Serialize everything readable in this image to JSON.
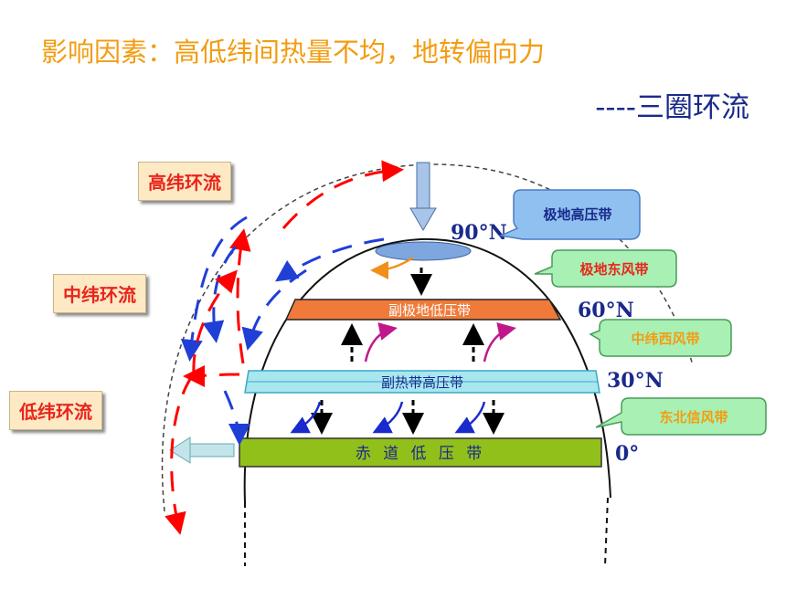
{
  "title": "影响因素：高低纬间热量不均，地转偏向力",
  "subtitle": "----三圈环流",
  "cells": {
    "high": "高纬环流",
    "mid": "中纬环流",
    "low": "低纬环流"
  },
  "latitudes": {
    "lat90": "90°N",
    "lat60": "60°N",
    "lat30": "30°N",
    "lat0": "0°"
  },
  "belts": {
    "subpolar_low": "副极地低压带",
    "subtropical_high": "副热带高压带",
    "equatorial_low": "赤 道 低 压 带"
  },
  "callouts": {
    "polar_high": "极地高压带",
    "polar_easterlies": "极地东风带",
    "westerlies": "中纬西风带",
    "ne_trades": "东北信风带"
  },
  "colors": {
    "title": "#f39c12",
    "subtitle": "#1a2a8a",
    "cell_label_text": "#e8251c",
    "warm_arrow": "#ff0000",
    "cold_arrow": "#1f3fd6",
    "subpolar_low_fill": "#f07a3a",
    "subtropical_high_fill": "#a8e6f0",
    "equatorial_low_fill": "#92c01a"
  }
}
